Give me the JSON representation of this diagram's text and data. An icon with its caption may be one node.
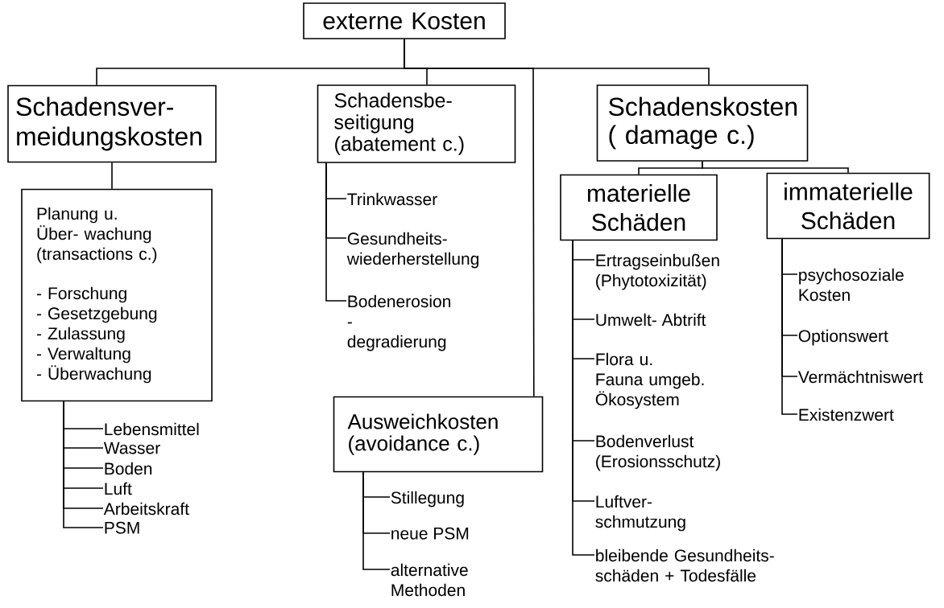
{
  "diagram": {
    "nodes": [
      {
        "text": [
          "externe Kosten"
        ]
      },
      {
        "text": [
          "Schadensver- meidungskosten"
        ]
      },
      {
        "text": [
          "Schadensbe- seitigung",
          "(abatement c.)"
        ]
      },
      {
        "text": [
          "Schadenskosten",
          "( damage c.)"
        ]
      },
      {
        "text": [
          "Planung u. Über- wachung (transactions c.)",
          "- Forschung",
          "- Gesetzgebung",
          "- Zulassung",
          "- Verwaltung",
          "- Überwachung"
        ]
      },
      {
        "text": [
          "Lebensmittel"
        ]
      },
      {
        "text": [
          "Wasser"
        ]
      },
      {
        "text": [
          "Boden"
        ]
      },
      {
        "text": [
          "Luft"
        ]
      },
      {
        "text": [
          "Arbeitskraft"
        ]
      },
      {
        "text": [
          "PSM"
        ]
      },
      {
        "text": [
          "Trinkwasser"
        ]
      },
      {
        "text": [
          "Gesundheits- wiederherstellung"
        ]
      },
      {
        "text": [
          "Bodenerosion - degradierung"
        ]
      },
      {
        "text": [
          "Ausweichkosten",
          "(avoidance c.)"
        ]
      },
      {
        "text": [
          "Stillegung"
        ]
      },
      {
        "text": [
          "neue PSM"
        ]
      },
      {
        "text": [
          "alternative Methoden"
        ]
      },
      {
        "text": [
          "materielle Schäden"
        ]
      },
      {
        "text": [
          "immaterielle Schäden"
        ]
      },
      {
        "text": [
          "Ertragseinbußen (Phytotoxizität)"
        ]
      },
      {
        "text": [
          "Umwelt- Abtrift"
        ]
      },
      {
        "text": [
          "Flora u. Fauna umgeb. Ökosystem"
        ]
      },
      {
        "text": [
          "Bodenverlust (Erosionsschutz)"
        ]
      },
      {
        "text": [
          "Luftver- schmutzung"
        ]
      },
      {
        "text": [
          "bleibende Gesundheits- schäden + Todesfälle"
        ]
      },
      {
        "text": [
          "psychosoziale Kosten"
        ]
      },
      {
        "text": [
          "Optionswert"
        ]
      },
      {
        "text": [
          "Vermächtniswert"
        ]
      },
      {
        "text": [
          "Existenzwert"
        ]
      }
    ],
    "edges": [
      {
        "from": 0,
        "to": 1,
        "arrow": "none"
      },
      {
        "from": 0,
        "to": 2,
        "arrow": "none"
      },
      {
        "from": 0,
        "to": 3,
        "arrow": "none"
      },
      {
        "from": 0,
        "to": 14,
        "arrow": "none"
      },
      {
        "from": 1,
        "to": 4,
        "arrow": "none"
      },
      {
        "from": 4,
        "to": 5,
        "arrow": "none"
      },
      {
        "from": 4,
        "to": 6,
        "arrow": "none"
      },
      {
        "from": 4,
        "to": 7,
        "arrow": "none"
      },
      {
        "from": 4,
        "to": 8,
        "arrow": "none"
      },
      {
        "from": 4,
        "to": 9,
        "arrow": "none"
      },
      {
        "from": 4,
        "to": 10,
        "arrow": "none"
      },
      {
        "from": 2,
        "to": 11,
        "arrow": "none"
      },
      {
        "from": 2,
        "to": 12,
        "arrow": "none"
      },
      {
        "from": 2,
        "to": 13,
        "arrow": "none"
      },
      {
        "from": 14,
        "to": 15,
        "arrow": "none"
      },
      {
        "from": 14,
        "to": 16,
        "arrow": "none"
      },
      {
        "from": 14,
        "to": 17,
        "arrow": "none"
      },
      {
        "from": 3,
        "to": 18,
        "arrow": "none"
      },
      {
        "from": 3,
        "to": 19,
        "arrow": "none"
      },
      {
        "from": 18,
        "to": 20,
        "arrow": "none"
      },
      {
        "from": 18,
        "to": 21,
        "arrow": "none"
      },
      {
        "from": 18,
        "to": 22,
        "arrow": "none"
      },
      {
        "from": 18,
        "to": 23,
        "arrow": "none"
      },
      {
        "from": 18,
        "to": 24,
        "arrow": "none"
      },
      {
        "from": 18,
        "to": 25,
        "arrow": "none"
      },
      {
        "from": 19,
        "to": 26,
        "arrow": "none"
      },
      {
        "from": 19,
        "to": 27,
        "arrow": "none"
      },
      {
        "from": 19,
        "to": 28,
        "arrow": "none"
      },
      {
        "from": 19,
        "to": 29,
        "arrow": "none"
      }
    ]
  }
}
